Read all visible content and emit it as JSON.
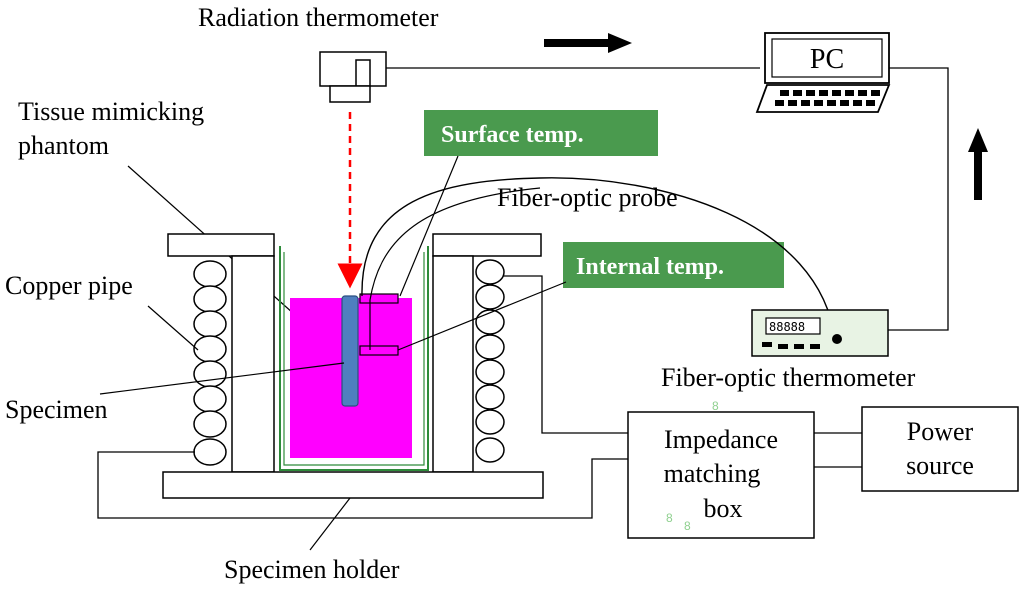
{
  "labels": {
    "radiation_thermometer": "Radiation thermometer",
    "pc": "PC",
    "tissue_line1": "Tissue mimicking",
    "tissue_line2": "phantom",
    "surface_temp": "Surface temp.",
    "fiber_optic_probe": "Fiber-optic probe",
    "internal_temp": "Internal temp.",
    "copper_pipe": "Copper pipe",
    "specimen": "Specimen",
    "fiber_optic_thermometer": "Fiber-optic thermometer",
    "impedance_line1": "Impedance",
    "impedance_line2": "matching",
    "impedance_line3": "box",
    "power_line1": "Power",
    "power_line2": "source",
    "specimen_holder": "Specimen holder",
    "thermometer_display": "88888",
    "stray_glyph_1": "8",
    "stray_glyph_2": "8",
    "stray_glyph_3": "8"
  },
  "colors": {
    "tag_green": "#4a9a4e",
    "phantom_magenta": "#ff00ff",
    "specimen_blue": "#4f7fbf",
    "beam_red": "#ff0000",
    "container_green": "#2e8b3a"
  }
}
